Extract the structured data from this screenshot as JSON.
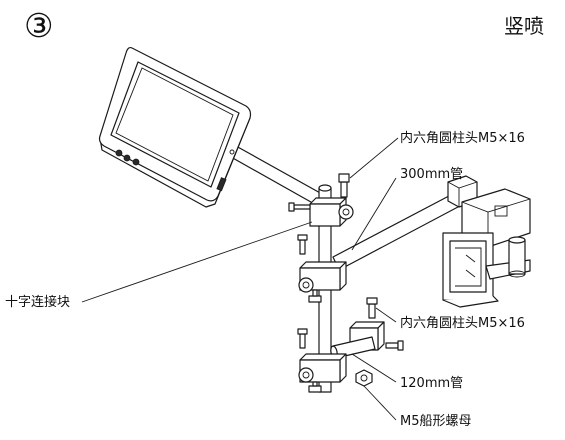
{
  "step_number": "③",
  "title": "竖喷",
  "labels": {
    "screw_top": "内六角圆柱头M5×16",
    "tube_300": "300mm管",
    "cross_block": "十字连接块",
    "screw_lower": "内六角圆柱头M5×16",
    "tube_120": "120mm管",
    "boat_nut": "M5船形螺母"
  }
}
